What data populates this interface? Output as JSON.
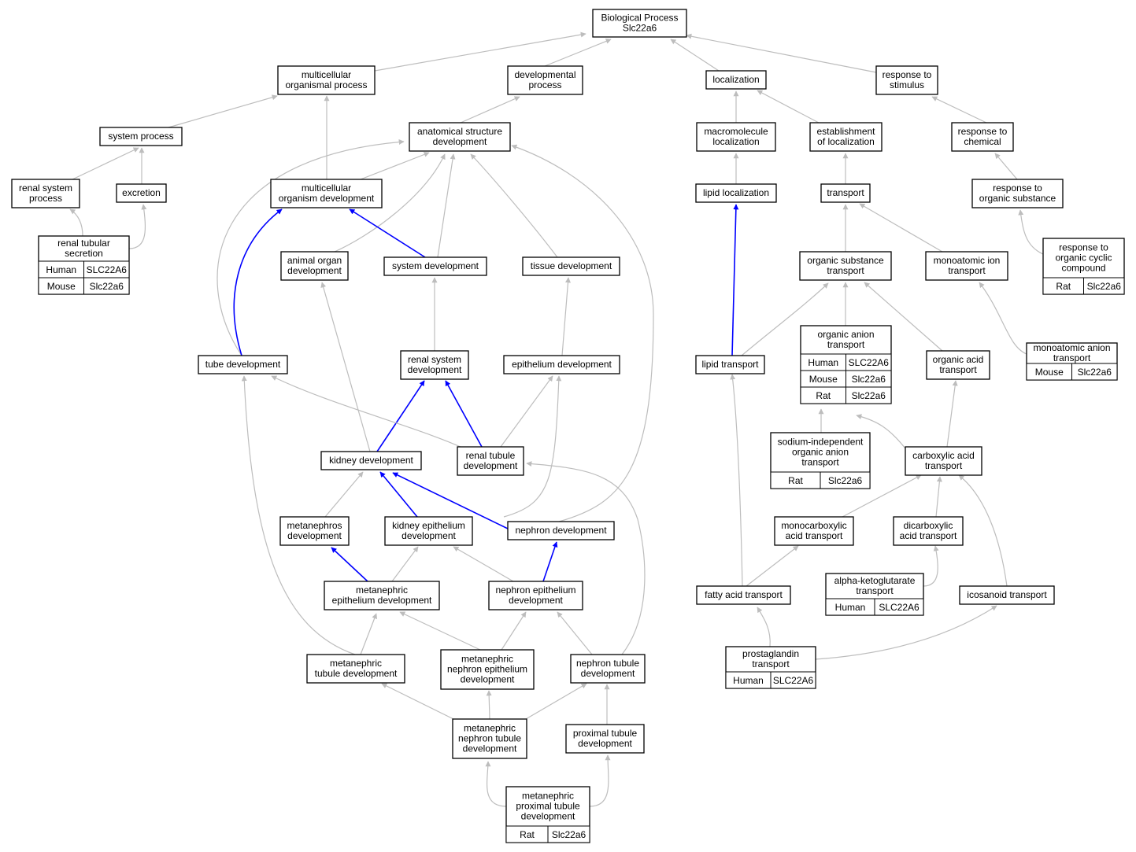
{
  "colors": {
    "edge_default": "#bdbdbd",
    "edge_highlight": "#0000ff",
    "Human": "#ff6347",
    "Mouse": "#add8e6",
    "Rat": "#ffd700"
  },
  "nodes": {
    "bp": {
      "label": [
        "Biological Process",
        "Slc22a6"
      ]
    },
    "mop": {
      "label": [
        "multicellular",
        "organismal process"
      ]
    },
    "dp": {
      "label": [
        "developmental",
        "process"
      ]
    },
    "loc": {
      "label": [
        "localization"
      ]
    },
    "rts": {
      "label": [
        "response to",
        "stimulus"
      ]
    },
    "sp": {
      "label": [
        "system process"
      ]
    },
    "asd": {
      "label": [
        "anatomical structure",
        "development"
      ]
    },
    "ml": {
      "label": [
        "macromolecule",
        "localization"
      ]
    },
    "eol": {
      "label": [
        "establishment",
        "of localization"
      ]
    },
    "rtc": {
      "label": [
        "response to",
        "chemical"
      ]
    },
    "rsp": {
      "label": [
        "renal system",
        "process"
      ]
    },
    "exc": {
      "label": [
        "excretion"
      ]
    },
    "mod": {
      "label": [
        "multicellular",
        "organism development"
      ]
    },
    "ll": {
      "label": [
        "lipid localization"
      ]
    },
    "tr": {
      "label": [
        "transport"
      ]
    },
    "ros": {
      "label": [
        "response to",
        "organic substance"
      ]
    },
    "rtsec": {
      "label": [
        "renal tubular",
        "secretion"
      ],
      "genes": [
        {
          "species": "Human",
          "gene": "SLC22A6"
        },
        {
          "species": "Mouse",
          "gene": "Slc22a6"
        }
      ]
    },
    "aod": {
      "label": [
        "animal organ",
        "development"
      ]
    },
    "sd": {
      "label": [
        "system development"
      ]
    },
    "td": {
      "label": [
        "tissue development"
      ]
    },
    "ost": {
      "label": [
        "organic substance",
        "transport"
      ]
    },
    "mit": {
      "label": [
        "monoatomic ion",
        "transport"
      ]
    },
    "rocc": {
      "label": [
        "response to",
        "organic cyclic",
        "compound"
      ],
      "genes": [
        {
          "species": "Rat",
          "gene": "Slc22a6"
        }
      ]
    },
    "tubed": {
      "label": [
        "tube development"
      ]
    },
    "rsd": {
      "label": [
        "renal system",
        "development"
      ]
    },
    "epd": {
      "label": [
        "epithelium development"
      ]
    },
    "lt": {
      "label": [
        "lipid transport"
      ]
    },
    "oat": {
      "label": [
        "organic anion",
        "transport"
      ],
      "genes": [
        {
          "species": "Human",
          "gene": "SLC22A6"
        },
        {
          "species": "Mouse",
          "gene": "Slc22a6"
        },
        {
          "species": "Rat",
          "gene": "Slc22a6"
        }
      ]
    },
    "oact": {
      "label": [
        "organic acid",
        "transport"
      ]
    },
    "mat": {
      "label": [
        "monoatomic anion",
        "transport"
      ],
      "genes": [
        {
          "species": "Mouse",
          "gene": "Slc22a6"
        }
      ]
    },
    "kd": {
      "label": [
        "kidney development"
      ]
    },
    "rtd": {
      "label": [
        "renal tubule",
        "development"
      ]
    },
    "sioat": {
      "label": [
        "sodium-independent",
        "organic anion",
        "transport"
      ],
      "genes": [
        {
          "species": "Rat",
          "gene": "Slc22a6"
        }
      ]
    },
    "cat": {
      "label": [
        "carboxylic acid",
        "transport"
      ]
    },
    "mnd": {
      "label": [
        "metanephros",
        "development"
      ]
    },
    "ked": {
      "label": [
        "kidney epithelium",
        "development"
      ]
    },
    "nd": {
      "label": [
        "nephron development"
      ]
    },
    "mcat": {
      "label": [
        "monocarboxylic",
        "acid transport"
      ]
    },
    "dcat": {
      "label": [
        "dicarboxylic",
        "acid transport"
      ]
    },
    "med": {
      "label": [
        "metanephric",
        "epithelium development"
      ]
    },
    "ned": {
      "label": [
        "nephron epithelium",
        "development"
      ]
    },
    "fat": {
      "label": [
        "fatty acid transport"
      ]
    },
    "akgt": {
      "label": [
        "alpha-ketoglutarate",
        "transport"
      ],
      "genes": [
        {
          "species": "Human",
          "gene": "SLC22A6"
        }
      ]
    },
    "icot": {
      "label": [
        "icosanoid transport"
      ]
    },
    "mttd": {
      "label": [
        "metanephric",
        "tubule development"
      ]
    },
    "mned": {
      "label": [
        "metanephric",
        "nephron epithelium",
        "development"
      ]
    },
    "ntd": {
      "label": [
        "nephron tubule",
        "development"
      ]
    },
    "pgt": {
      "label": [
        "prostaglandin",
        "transport"
      ],
      "genes": [
        {
          "species": "Human",
          "gene": "SLC22A6"
        }
      ]
    },
    "mntd": {
      "label": [
        "metanephric",
        "nephron tubule",
        "development"
      ]
    },
    "ptd": {
      "label": [
        "proximal tubule",
        "development"
      ]
    },
    "mptd": {
      "label": [
        "metanephric",
        "proximal tubule",
        "development"
      ],
      "genes": [
        {
          "species": "Rat",
          "gene": "Slc22a6"
        }
      ]
    }
  }
}
